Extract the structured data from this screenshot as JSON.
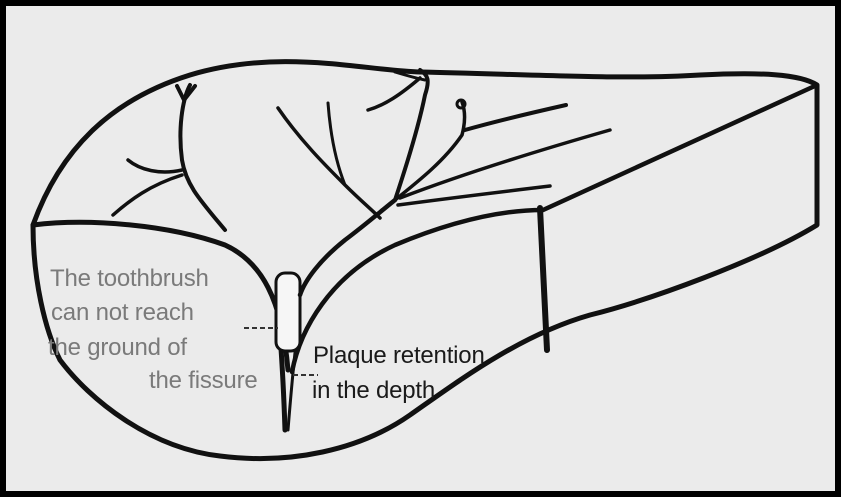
{
  "annotations": {
    "toothbrush": {
      "line1": "The toothbrush",
      "line2": "can not reach",
      "line3": "the ground of",
      "line4": "the fissure"
    },
    "plaque": {
      "line1": "Plaque retention",
      "line2": "in the depth"
    }
  },
  "colors": {
    "paper": "#ebebeb",
    "frame": "#000000",
    "ink": "#111111",
    "toothbrush_text": "#7a7a7a",
    "plaque_text": "#1a1a1a",
    "bristle_fill": "#f6f6f6"
  }
}
